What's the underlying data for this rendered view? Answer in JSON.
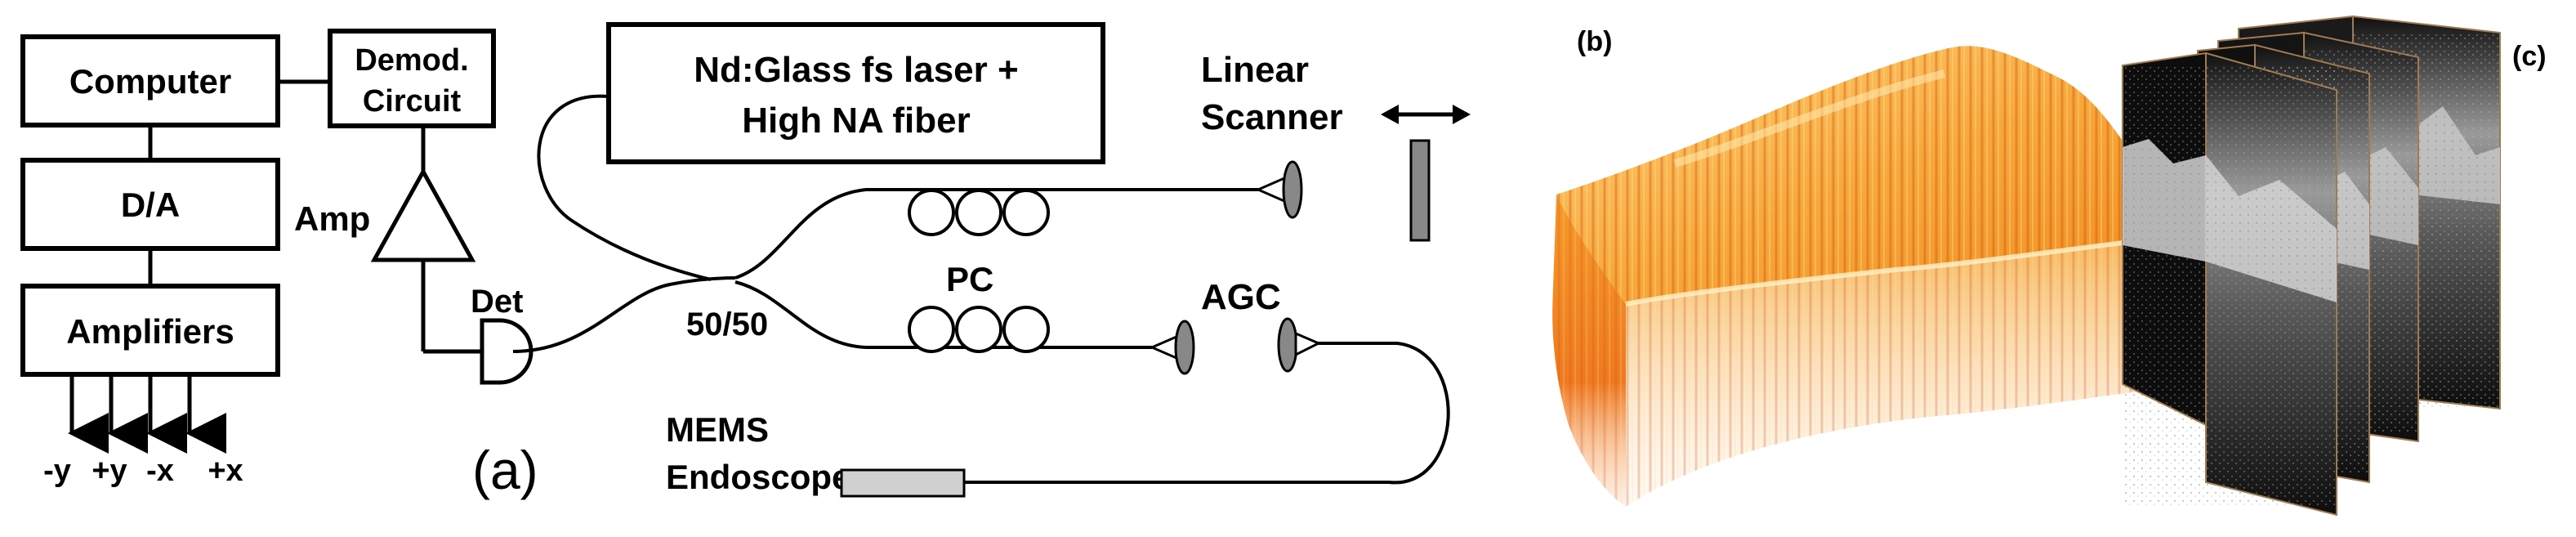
{
  "panel_a": {
    "panel_label": "(a)",
    "computer": "Computer",
    "demod_line1": "Demod.",
    "demod_line2": "Circuit",
    "da": "D/A",
    "amplifiers": "Amplifiers",
    "outputs": [
      "-y",
      "+y",
      "-x",
      "+x"
    ],
    "amp": "Amp",
    "det": "Det",
    "laser_line1": "Nd:Glass fs laser +",
    "laser_line2": "High NA fiber",
    "coupler": "50/50",
    "pc": "PC",
    "scanner_line1": "Linear",
    "scanner_line2": "Scanner",
    "agc": "AGC",
    "mems_line1": "MEMS",
    "mems_line2": "Endoscope"
  },
  "panel_b": {
    "panel_label": "(b)"
  },
  "panel_c": {
    "panel_label": "(c)"
  },
  "colors": {
    "volume_orange": "#f08a1c",
    "volume_highlight": "#ffd27a",
    "volume_shadow": "#d2481a",
    "oct_dark": "#0d0d0d",
    "oct_tissue": "#cfcfcf",
    "frame_edge": "#a07a50"
  }
}
